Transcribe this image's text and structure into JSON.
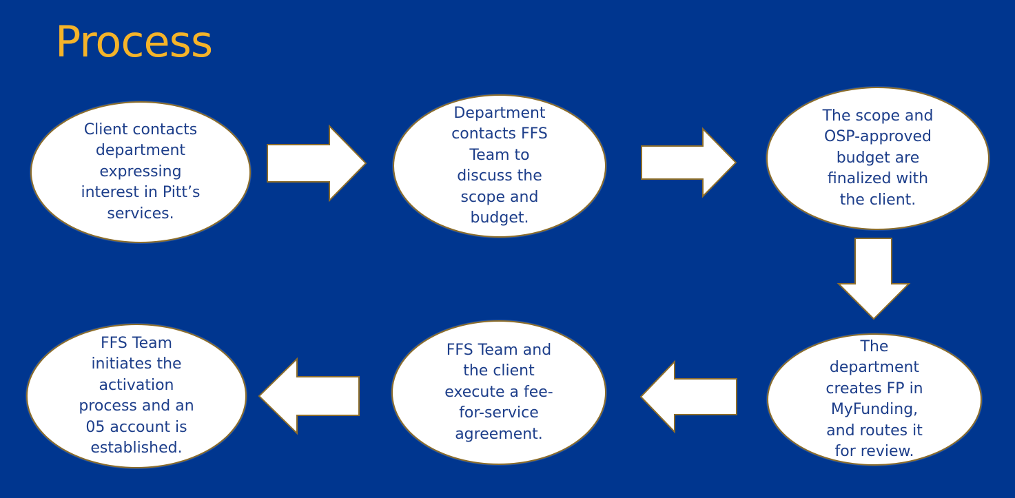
{
  "title": "Process",
  "steps": [
    {
      "lines": [
        "Client contacts",
        "department",
        "expressing",
        "interest in Pitt’s",
        "services."
      ]
    },
    {
      "lines": [
        "Department",
        "contacts FFS",
        "Team to",
        "discuss the",
        "scope and",
        "budget."
      ]
    },
    {
      "lines": [
        "The scope and",
        "OSP-approved",
        "budget are",
        "finalized with",
        "the client."
      ]
    },
    {
      "lines": [
        "The",
        "department",
        "creates FP in",
        "MyFunding,",
        "and routes it",
        "for review."
      ]
    },
    {
      "lines": [
        "FFS Team and",
        "the client",
        "execute a fee-",
        "for-service",
        "agreement."
      ]
    },
    {
      "lines": [
        "FFS Team",
        "initiates the",
        "activation",
        "process and an",
        "05 account is",
        "established."
      ]
    }
  ],
  "colors": {
    "background": "#00368f",
    "title": "#f5b429",
    "step_fill": "#ffffff",
    "step_border": "#8c6d2a",
    "step_text": "#1d3e8a",
    "arrow_fill": "#ffffff"
  },
  "arrows": [
    {
      "from": 1,
      "to": 2,
      "direction": "right"
    },
    {
      "from": 2,
      "to": 3,
      "direction": "right"
    },
    {
      "from": 3,
      "to": 4,
      "direction": "down"
    },
    {
      "from": 4,
      "to": 5,
      "direction": "left"
    },
    {
      "from": 5,
      "to": 6,
      "direction": "left"
    }
  ]
}
